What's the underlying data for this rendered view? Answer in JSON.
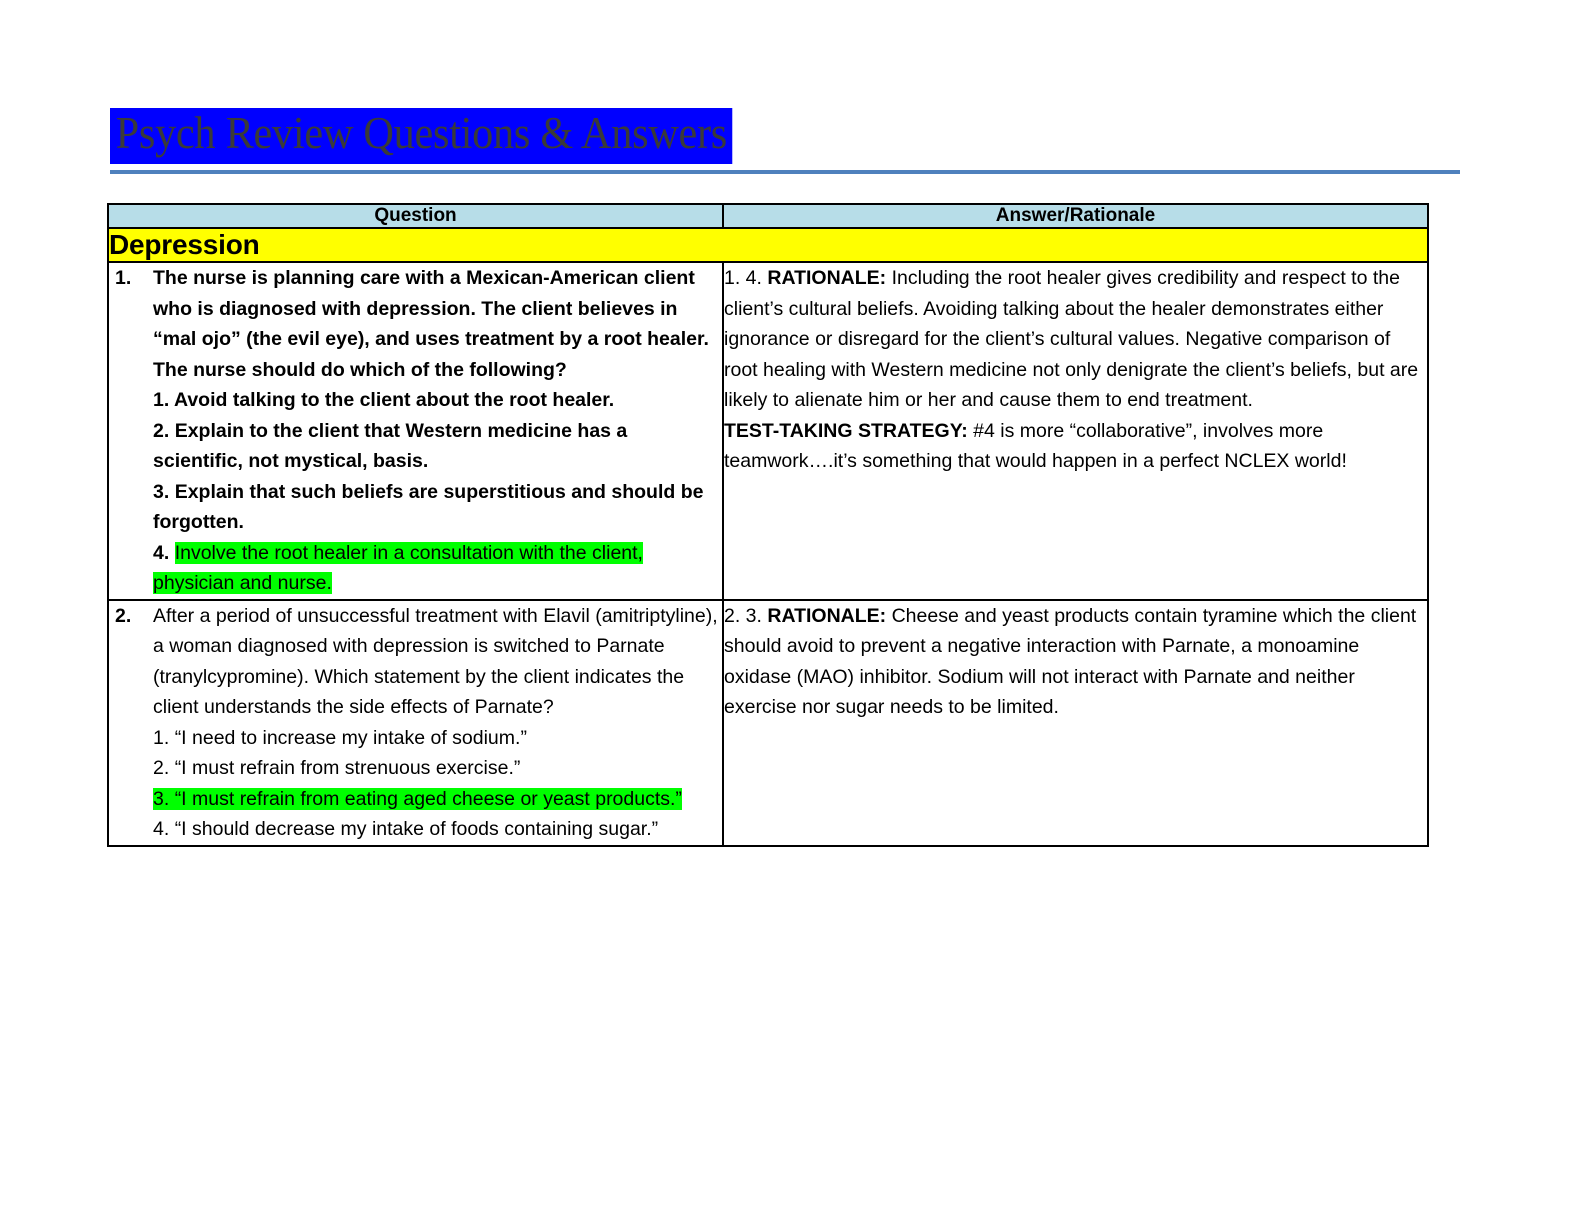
{
  "document": {
    "title": "Psych Review Questions & Answers",
    "title_highlight_color": "#0000FF",
    "title_text_color": "#3A3A38",
    "rule_color": "#4F81BD"
  },
  "table": {
    "header": {
      "question_column": "Question",
      "answer_column": "Answer/Rationale",
      "background_color": "#B7DDE8"
    },
    "section": {
      "label": "Depression",
      "background_color": "#FFFF00"
    },
    "highlight_color": "#00FF00",
    "rows": [
      {
        "number": "1.",
        "question": {
          "stem": "The nurse is planning care with a Mexican-American client who is diagnosed with depression. The client believes in “mal ojo” (the evil eye), and uses treatment by a root healer. The nurse should do which of the following?",
          "options": [
            {
              "number": "1.",
              "text": "Avoid talking to the client about the root healer.",
              "highlighted": false,
              "number_highlighted": false
            },
            {
              "number": "2.",
              "text": "Explain to the client that Western medicine has a scientific, not mystical, basis.",
              "highlighted": false,
              "number_highlighted": false
            },
            {
              "number": "3.",
              "text": "Explain that such beliefs are superstitious and should be forgotten.",
              "highlighted": false,
              "number_highlighted": false
            },
            {
              "number": "4.",
              "text": "Involve the root healer in a consultation with the client, physician and nurse.",
              "highlighted": true,
              "number_highlighted": false
            }
          ]
        },
        "answer": {
          "key": "1. 4.",
          "rationale_label": "RATIONALE:",
          "rationale_text": "Including the root healer gives credibility and respect to the client’s cultural beliefs. Avoiding talking about the healer demonstrates either ignorance or disregard for the client’s cultural values. Negative comparison of root healing with Western medicine not only denigrate the client’s beliefs, but are likely to alienate him or her and cause them to end treatment.",
          "strategy_label": "TEST-TAKING STRATEGY:",
          "strategy_text": "#4 is more “collaborative”, involves more teamwork….it’s something that would happen in a perfect NCLEX world!"
        }
      },
      {
        "number": "2.",
        "question": {
          "stem": "After a period of unsuccessful treatment with Elavil (amitriptyline), a woman diagnosed with depression is switched to Parnate (tranylcypromine). Which statement by the client indicates the client understands the side effects of Parnate?",
          "options": [
            {
              "number": "1.",
              "text": "“I need to increase my intake of sodium.”",
              "highlighted": false,
              "number_highlighted": false
            },
            {
              "number": "2.",
              "text": "“I must refrain from strenuous exercise.”",
              "highlighted": false,
              "number_highlighted": false
            },
            {
              "number": "3.",
              "text": "“I must refrain from eating aged cheese or yeast products.”",
              "highlighted": true,
              "number_highlighted": true
            },
            {
              "number": "4.",
              "text": "“I should decrease my intake of foods containing sugar.”",
              "highlighted": false,
              "number_highlighted": false
            }
          ]
        },
        "answer": {
          "key": "2. 3.",
          "rationale_label": "RATIONALE:",
          "rationale_text": "Cheese and yeast products contain tyramine which the client should avoid to prevent a negative interaction with Parnate, a monoamine oxidase (MAO) inhibitor. Sodium will not interact with Parnate and neither exercise nor sugar needs to be limited.",
          "strategy_label": "",
          "strategy_text": ""
        }
      }
    ]
  }
}
